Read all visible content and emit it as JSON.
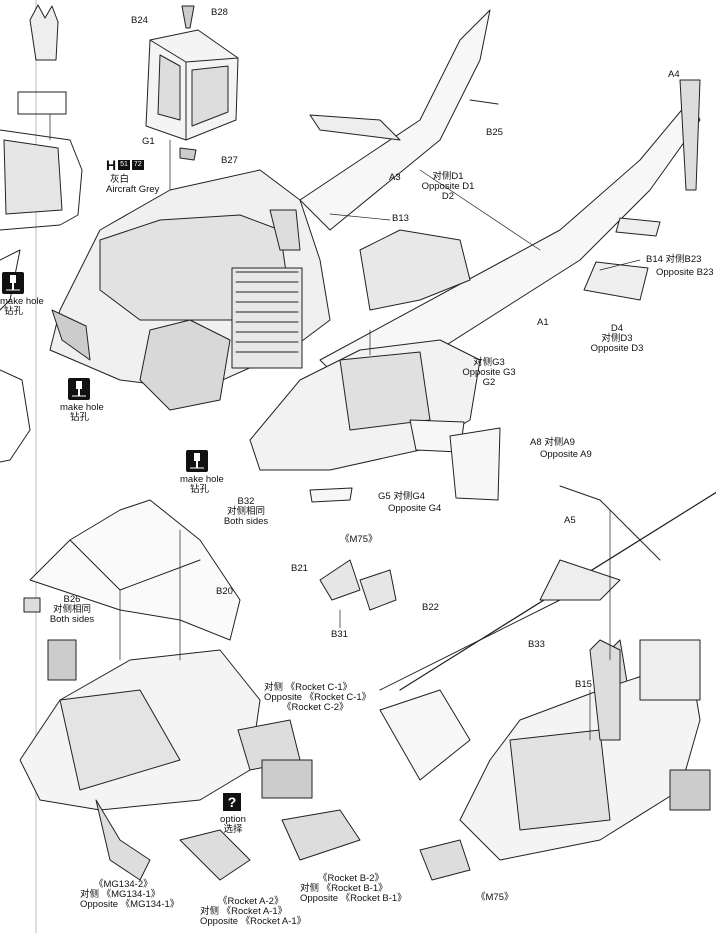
{
  "color_header": {
    "step_letter": "H",
    "chip_a": "51",
    "chip_b": "72",
    "cn": "灰白",
    "en": "Aircraft Grey"
  },
  "drill_notes": [
    {
      "en": "make hole",
      "cn": "钻孔"
    },
    {
      "en": "make hole",
      "cn": "钻孔"
    },
    {
      "en": "make hole",
      "cn": "钻孔"
    }
  ],
  "parts": {
    "b24": "B24",
    "b28": "B28",
    "g1": "G1",
    "b27": "B27",
    "a4": "A4",
    "b25": "B25",
    "a3": "A3",
    "d1_cn": "对侧D1",
    "d1_en": "Opposite D1",
    "d2": "D2",
    "b13": "B13",
    "b14": "B14",
    "b23_cn": "对侧B23",
    "b23_en": "Opposite B23",
    "a1": "A1",
    "d4": "D4",
    "d3_cn": "对侧D3",
    "d3_en": "Opposite D3",
    "g3_cn": "对侧G3",
    "g3_en": "Opposite G3",
    "g2": "G2",
    "a8": "A8",
    "a9_cn": "对侧A9",
    "a9_en": "Opposite A9",
    "b32": "B32",
    "both_cn": "对侧相同",
    "both_en": "Both sides",
    "g5": "G5",
    "g4_cn": "对侧G4",
    "g4_en": "Opposite G4",
    "a5": "A5",
    "m75_top": "《M75》",
    "b21": "B21",
    "b22": "B22",
    "b31": "B31",
    "b20": "B20",
    "b26": "B26",
    "b26_cn": "对侧相同",
    "b26_en": "Both sides",
    "b33": "B33",
    "b15": "B15",
    "rc1_cn": "对侧 《Rocket C-1》",
    "rc1_en": "Opposite 《Rocket C-1》",
    "rc2": "《Rocket C-2》",
    "option_en": "option",
    "option_cn": "选择",
    "q": "?",
    "mg2": "《MG134-2》",
    "mg1_cn": "对侧 《MG134-1》",
    "mg1_en": "Opposite 《MG134-1》",
    "ra2": "《Rocket A-2》",
    "ra1_cn": "对侧 《Rocket A-1》",
    "ra1_en": "Opposite 《Rocket A-1》",
    "rb2": "《Rocket B-2》",
    "rb1_cn": "对侧 《Rocket B-1》",
    "rb1_en": "Opposite 《Rocket B-1》",
    "m75_bottom": "《M75》"
  }
}
